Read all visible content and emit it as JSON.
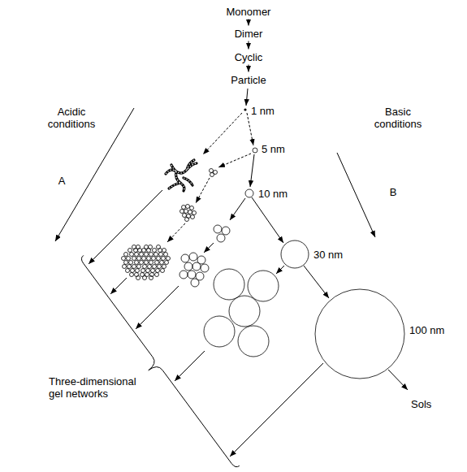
{
  "diagram": {
    "nodes": [
      {
        "text": [
          "Monomer"
        ]
      },
      {
        "text": [
          "Dimer"
        ]
      },
      {
        "text": [
          "Cyclic"
        ]
      },
      {
        "text": [
          "Particle"
        ]
      }
    ],
    "edges": [
      {
        "from": 0,
        "to": 1,
        "arrow": "to"
      },
      {
        "from": 1,
        "to": 2,
        "arrow": "to"
      },
      {
        "from": 2,
        "to": 3,
        "arrow": "to"
      }
    ],
    "labels": [
      "Acidic conditions",
      "A",
      "Basic conditions",
      "B",
      "1 nm",
      "5 nm",
      "10 nm",
      "30 nm",
      "100 nm",
      "Three-dimensional gel networks",
      "Sols"
    ]
  }
}
